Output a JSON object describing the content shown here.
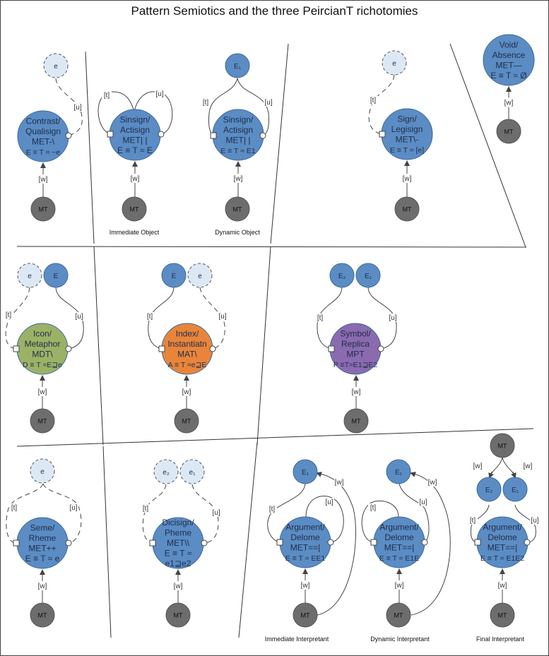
{
  "title": "Pattern Semiotics and the three PeircianT richotomies",
  "colors": {
    "blue": "#5b8cc4",
    "blue_stroke": "#3d6a9c",
    "light": "#dce9f5",
    "green": "#9bb266",
    "orange": "#e8853b",
    "purple": "#8a6bb0",
    "gray": "#6d6d6d"
  },
  "edge_labels": {
    "t": "[t]",
    "u": "[u]",
    "w": "[w]"
  },
  "mt_label": "MT",
  "nodes": {
    "contrast": {
      "lines": [
        "Contrast/",
        "Qualisign",
        "MET-\\",
        "E ≡ T ≈ ~e"
      ],
      "top": [
        "e"
      ]
    },
    "sinsign_imm": {
      "lines": [
        "Sinsign/",
        "Actisign",
        "MET| |",
        "E ≡ T ≈ E"
      ],
      "caption": "Immediate Object"
    },
    "sinsign_dyn": {
      "lines": [
        "Sinsign/",
        "Actisign",
        "MET| |",
        "E ≡ T ≈ E1"
      ],
      "top": [
        "E₁"
      ],
      "caption": "Dynamic Object"
    },
    "sign": {
      "lines": [
        "Sign/",
        "Legisign",
        "MET\\-",
        "E ≡ T ≈ [e]"
      ],
      "top": [
        "e"
      ]
    },
    "void": {
      "lines": [
        "Void/",
        "Absence",
        "MET—",
        "E ≡ T ≈ Ø"
      ]
    },
    "icon": {
      "lines": [
        "Icon/",
        "Metaphor",
        "MDT\\",
        "D ≡ T ≈E⊒e"
      ],
      "top": [
        "e",
        "E"
      ]
    },
    "index": {
      "lines": [
        "Index/",
        "Instantiatn",
        "MAT\\",
        "A ≡ T ≈e⊒E"
      ],
      "top": [
        "E",
        "e"
      ]
    },
    "symbol": {
      "lines": [
        "Symbol/",
        "Replica",
        "MPT",
        "P ≡T≈E1⊒E2"
      ],
      "top": [
        "E₂",
        "E₁"
      ]
    },
    "seme": {
      "lines": [
        "Seme/",
        "Rheme",
        "MET++",
        "E ≡ T ≈ e"
      ],
      "top": [
        "e"
      ]
    },
    "dicisign": {
      "lines": [
        "Dicisign/",
        "Pheme",
        "MET\\\\",
        "E ≡ T ≈",
        "e1⊒e2"
      ],
      "top": [
        "e₂",
        "e₁"
      ]
    },
    "arg_imm": {
      "lines": [
        "Argument/",
        "Delome",
        "MET==|",
        "E ≡ T ≈ EE1"
      ],
      "top": [
        "E₁"
      ],
      "caption": "Immediate Interpretant"
    },
    "arg_dyn": {
      "lines": [
        "Argument/",
        "Delome",
        "MET==|",
        "E ≡ T ≈ E1E"
      ],
      "top": [
        "E₁"
      ],
      "caption": "Dynamic Interpretant"
    },
    "arg_fin": {
      "lines": [
        "Argument/",
        "Delome",
        "MET==|",
        "E ≡ T ≈ E1E2"
      ],
      "top": [
        "E₂",
        "E₁"
      ],
      "caption": "Final Interpretant"
    }
  }
}
